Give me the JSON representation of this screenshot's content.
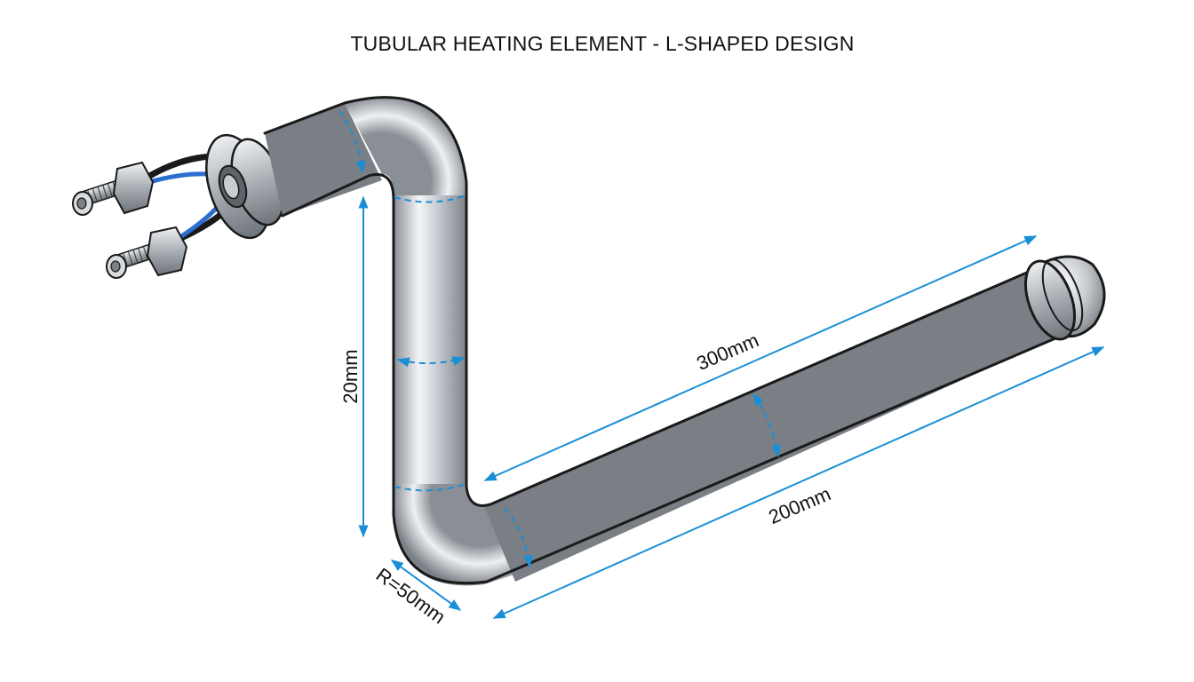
{
  "title": "TUBULAR HEATING ELEMENT - L-SHAPED DESIGN",
  "colors": {
    "dimension": "#1a8fd6",
    "outline": "#1a1a1a",
    "metal_dark": "#8a8f96",
    "metal_light": "#f4f5f7",
    "wire_blue": "#2a6fd0",
    "wire_black": "#1a1a1a"
  },
  "dimensions": {
    "vertical": "20mm",
    "long_upper": "300mm",
    "long_lower": "200mm",
    "radius": "R=50mm"
  },
  "parts": {
    "terminal_icon": "threaded-terminal-stud",
    "flange_icon": "mounting-flange",
    "cap_icon": "end-cap"
  }
}
